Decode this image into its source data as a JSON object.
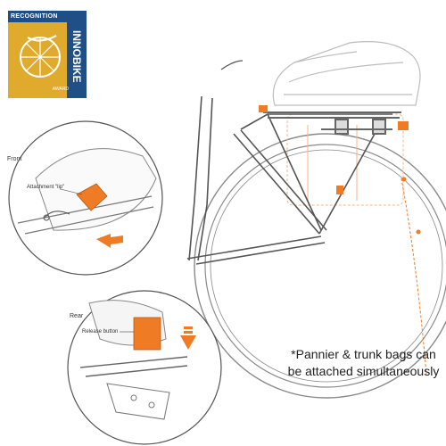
{
  "award": {
    "top_label": "RECOGNITION",
    "name": "INNOBIKE",
    "sub_label": "AWARD",
    "colors": {
      "gold": "#e0ab2c",
      "navy": "#1f4f86"
    }
  },
  "front_view": {
    "label": "Front",
    "callout": "Attachment \"lip\"",
    "arrow_direction": "left"
  },
  "rear_view": {
    "label": "Rear",
    "callout": "Release button",
    "arrow_direction": "down"
  },
  "note": {
    "line1": "*Pannier & trunk bags can",
    "line2": "be attached simultaneously"
  },
  "colors": {
    "accent": "#ef7b24",
    "line": "#555555",
    "bag_outline": "#bdbdbd"
  }
}
